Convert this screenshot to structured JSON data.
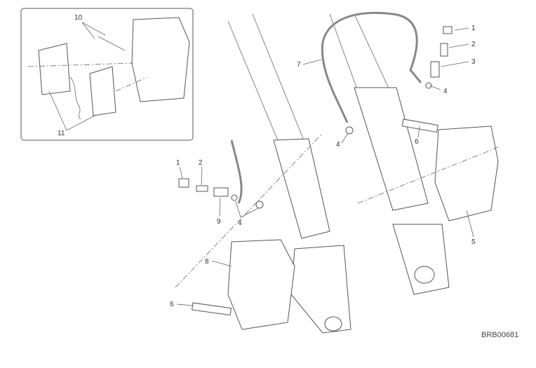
{
  "diagram": {
    "code": "BRB00681",
    "inset_callouts": [
      "10",
      "11"
    ],
    "callouts": [
      "1",
      "2",
      "3",
      "4",
      "7",
      "4",
      "6",
      "5",
      "1",
      "2",
      "9",
      "4",
      "8",
      "6"
    ]
  }
}
